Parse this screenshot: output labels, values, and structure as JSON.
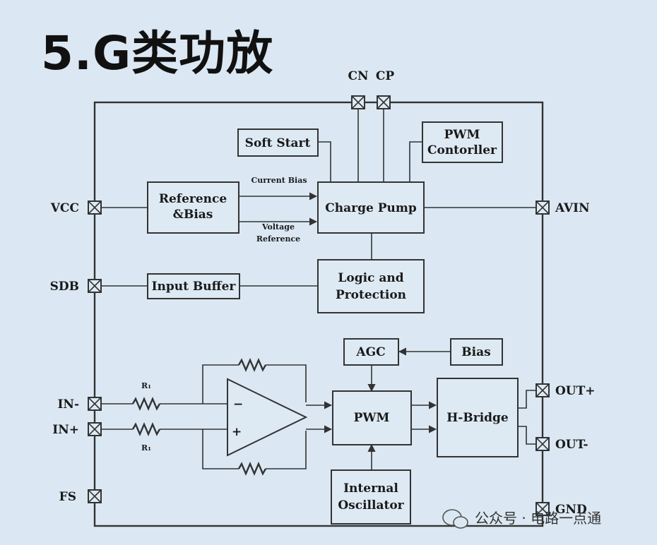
{
  "title": "5.G类功放",
  "pins": {
    "cn": "CN",
    "cp": "CP",
    "vcc": "VCC",
    "sdb": "SDB",
    "in_minus": "IN-",
    "in_plus": "IN+",
    "fs": "FS",
    "avin": "AVIN",
    "out_plus": "OUT+",
    "out_minus": "OUT-",
    "gnd": "GND"
  },
  "blocks": {
    "soft_start": "Soft Start",
    "pwm_controller_1": "PWM",
    "pwm_controller_2": "Contorller",
    "ref_bias_1": "Reference",
    "ref_bias_2": "&Bias",
    "charge_pump": "Charge Pump",
    "input_buffer": "Input Buffer",
    "logic_1": "Logic and",
    "logic_2": "Protection",
    "agc": "AGC",
    "bias": "Bias",
    "pwm": "PWM",
    "hbridge": "H-Bridge",
    "osc_1": "Internal",
    "osc_2": "Oscillator"
  },
  "signals": {
    "current_bias": "Current Bias",
    "voltage_1": "Voltage",
    "voltage_2": "Reference",
    "r1_top": "R₁",
    "r1_bottom": "R₁",
    "opamp_minus": "−",
    "opamp_plus": "+"
  },
  "watermark": "公众号 · 电路一点通"
}
